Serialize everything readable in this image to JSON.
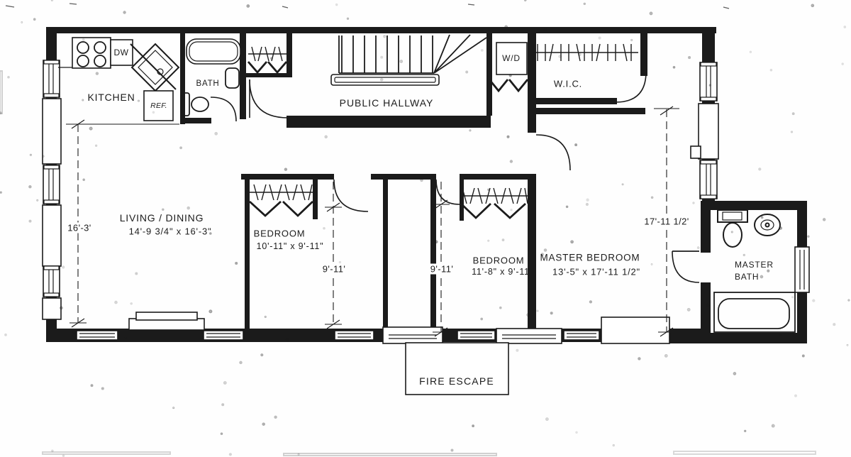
{
  "document": {
    "type": "apartment floor plan (scanned)"
  },
  "colors": {
    "ink": "#1b1b1b",
    "paper": "#fefefe"
  },
  "rooms": {
    "kitchen": {
      "label": "KITCHEN"
    },
    "bath": {
      "label": "BATH"
    },
    "public_hallway": {
      "label": "PUBLIC HALLWAY"
    },
    "wd_closet": {
      "label": "W/D"
    },
    "wic": {
      "label": "W.I.C."
    },
    "living_dining": {
      "label": "LIVING / DINING",
      "dimensions": "14'-9 3/4\" x 16'-3\""
    },
    "bedroom_1": {
      "label": "BEDROOM",
      "dimensions": "10'-11\" x 9'-11\""
    },
    "bedroom_2": {
      "label": "BEDROOM",
      "dimensions": "11'-8\" x 9'-11"
    },
    "master_bedroom": {
      "label": "MASTER BEDROOM",
      "dimensions": "13'-5\" x 17'-11 1/2\""
    },
    "master_bath": {
      "label_line1": "MASTER",
      "label_line2": "BATH"
    },
    "fire_escape": {
      "label": "FIRE ESCAPE"
    }
  },
  "appliances": {
    "dishwasher": "DW",
    "refrigerator": "REF."
  },
  "dimension_annotations": {
    "living_height": "16'-3'",
    "bedroom_1_depth": "9'-11'",
    "bedroom_2_depth": "9'-11'",
    "master_height": "17'-11 1/2'"
  }
}
